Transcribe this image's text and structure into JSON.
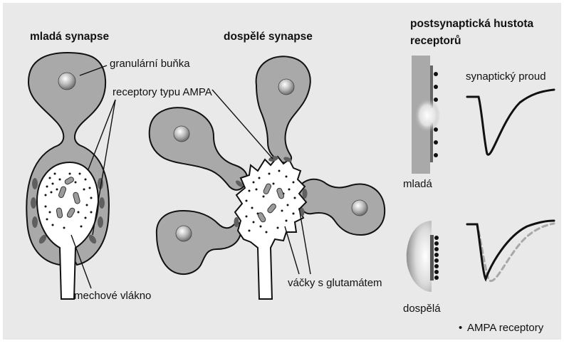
{
  "headers": {
    "young": "mladá synapse",
    "mature": "dospělé synapse",
    "density_line1": "postsynaptická hustota",
    "density_line2": "receptorů"
  },
  "labels": {
    "granule_cell": "granulární buňka",
    "ampa_receptors": "receptory typu AMPA",
    "mossy_fiber": "mechové vlákno",
    "vesicles": "váčky s glutamátem",
    "synaptic_current": "synaptický proud",
    "young_short": "mladá",
    "mature_short": "dospělá"
  },
  "legend": {
    "bullet": "•",
    "text": "AMPA receptory"
  },
  "colors": {
    "background": "#e9e9e9",
    "cell_fill": "#a9a9a9",
    "outline": "#111111",
    "receptor_patch": "#5f5f5f",
    "dashed_trace": "#a8a8a8"
  }
}
